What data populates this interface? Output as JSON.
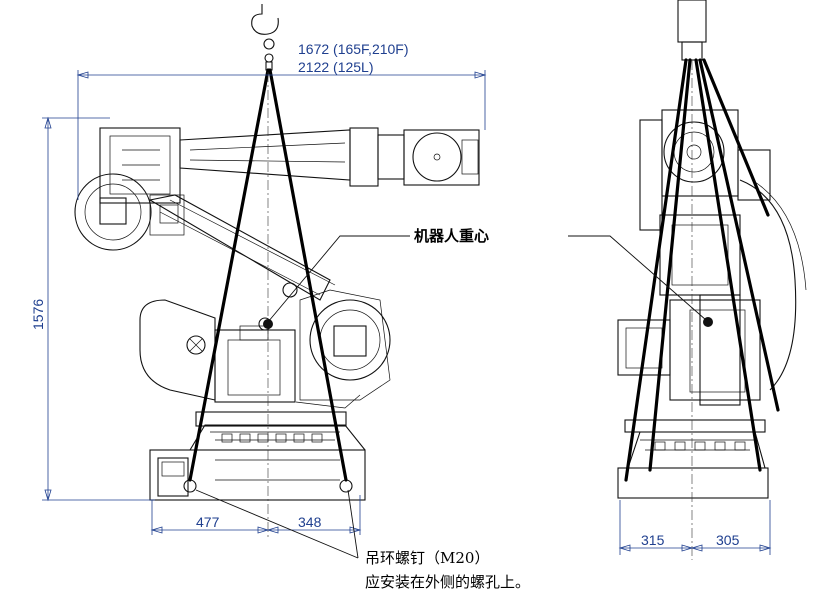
{
  "diagram": {
    "dimensions": {
      "reach_line1": "1672 (165F,210F)",
      "reach_line2": "2122 (125L)",
      "height": "1576",
      "base_left": "477",
      "base_right": "348",
      "side_left": "315",
      "side_right": "305"
    },
    "labels": {
      "center_of_gravity": "机器人重心",
      "eyebolt_line1": "吊环螺钉（M20）",
      "eyebolt_line2": "应安装在外侧的螺孔上。"
    },
    "colors": {
      "dimension_text": "#1f3f8f",
      "line": "#111111"
    }
  }
}
